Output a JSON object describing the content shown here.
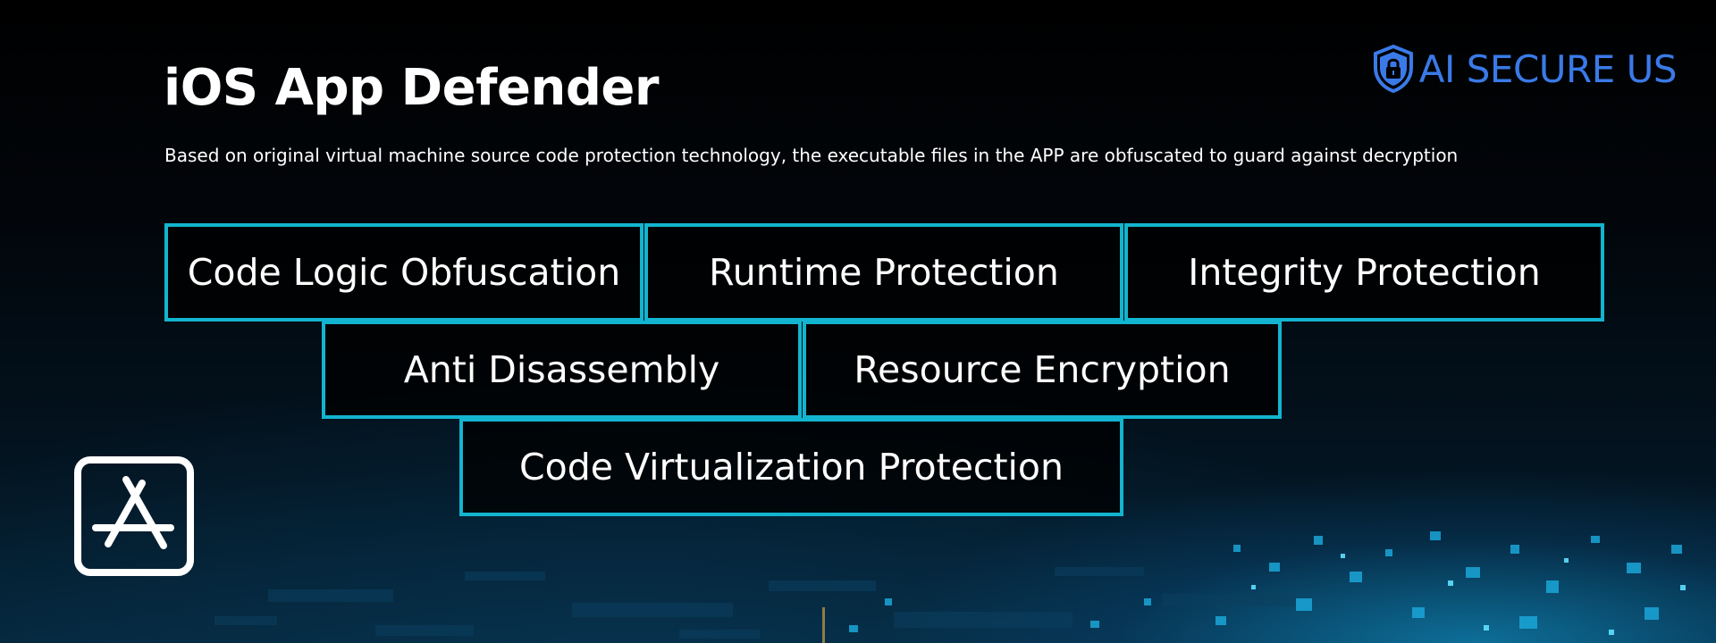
{
  "header": {
    "title": "iOS App Defender",
    "subtitle": "Based on original virtual machine source code protection technology, the executable files in the APP are obfuscated to guard against decryption"
  },
  "brand": {
    "name": "AI SECURE US",
    "icon": "shield-lock-icon",
    "color": "#3a7ae8"
  },
  "features": [
    "Code Logic Obfuscation",
    "Runtime Protection",
    "Integrity Protection",
    "Anti Disassembly",
    "Resource Encryption",
    "Code Virtualization Protection"
  ],
  "icons": {
    "app_store": "app-store-icon"
  },
  "colors": {
    "accent_border": "#13b4cf",
    "background": "#000000",
    "text": "#ffffff"
  }
}
